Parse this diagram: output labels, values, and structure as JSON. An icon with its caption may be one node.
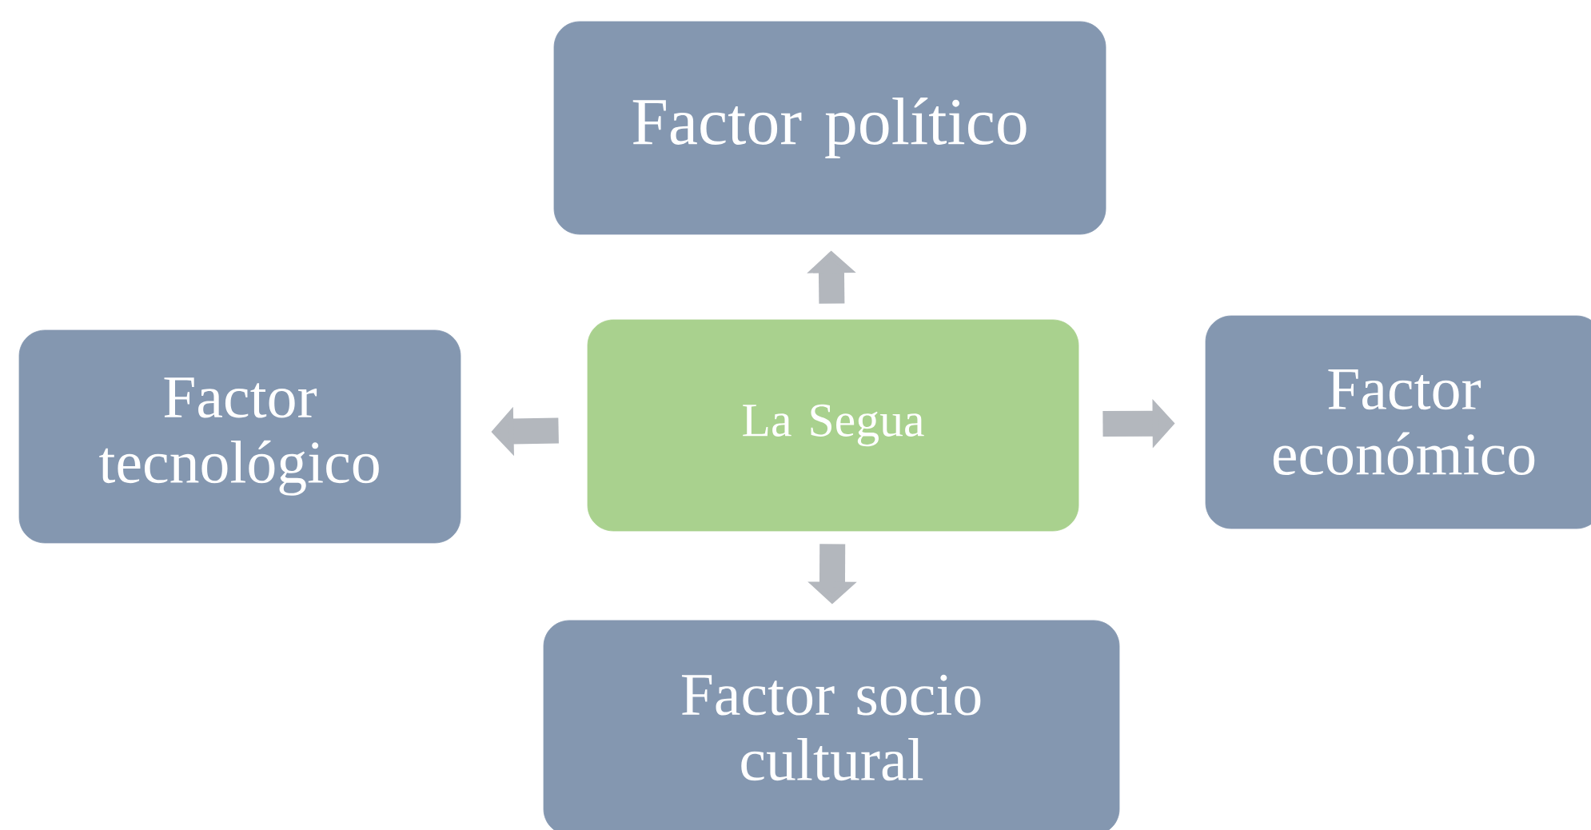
{
  "diagram": {
    "nodes": [
      {
        "text": [
          "La Segua"
        ]
      },
      {
        "text": [
          "Factor político"
        ]
      },
      {
        "text": [
          "Factor tecnológico"
        ]
      },
      {
        "text": [
          "Factor económico"
        ]
      },
      {
        "text": [
          "Factor socio cultural"
        ]
      }
    ],
    "edges": [
      {
        "from": 0,
        "to": 1,
        "arrow": "to"
      },
      {
        "from": 0,
        "to": 2,
        "arrow": "to"
      },
      {
        "from": 0,
        "to": 3,
        "arrow": "to"
      },
      {
        "from": 0,
        "to": 4,
        "arrow": "to"
      }
    ]
  }
}
